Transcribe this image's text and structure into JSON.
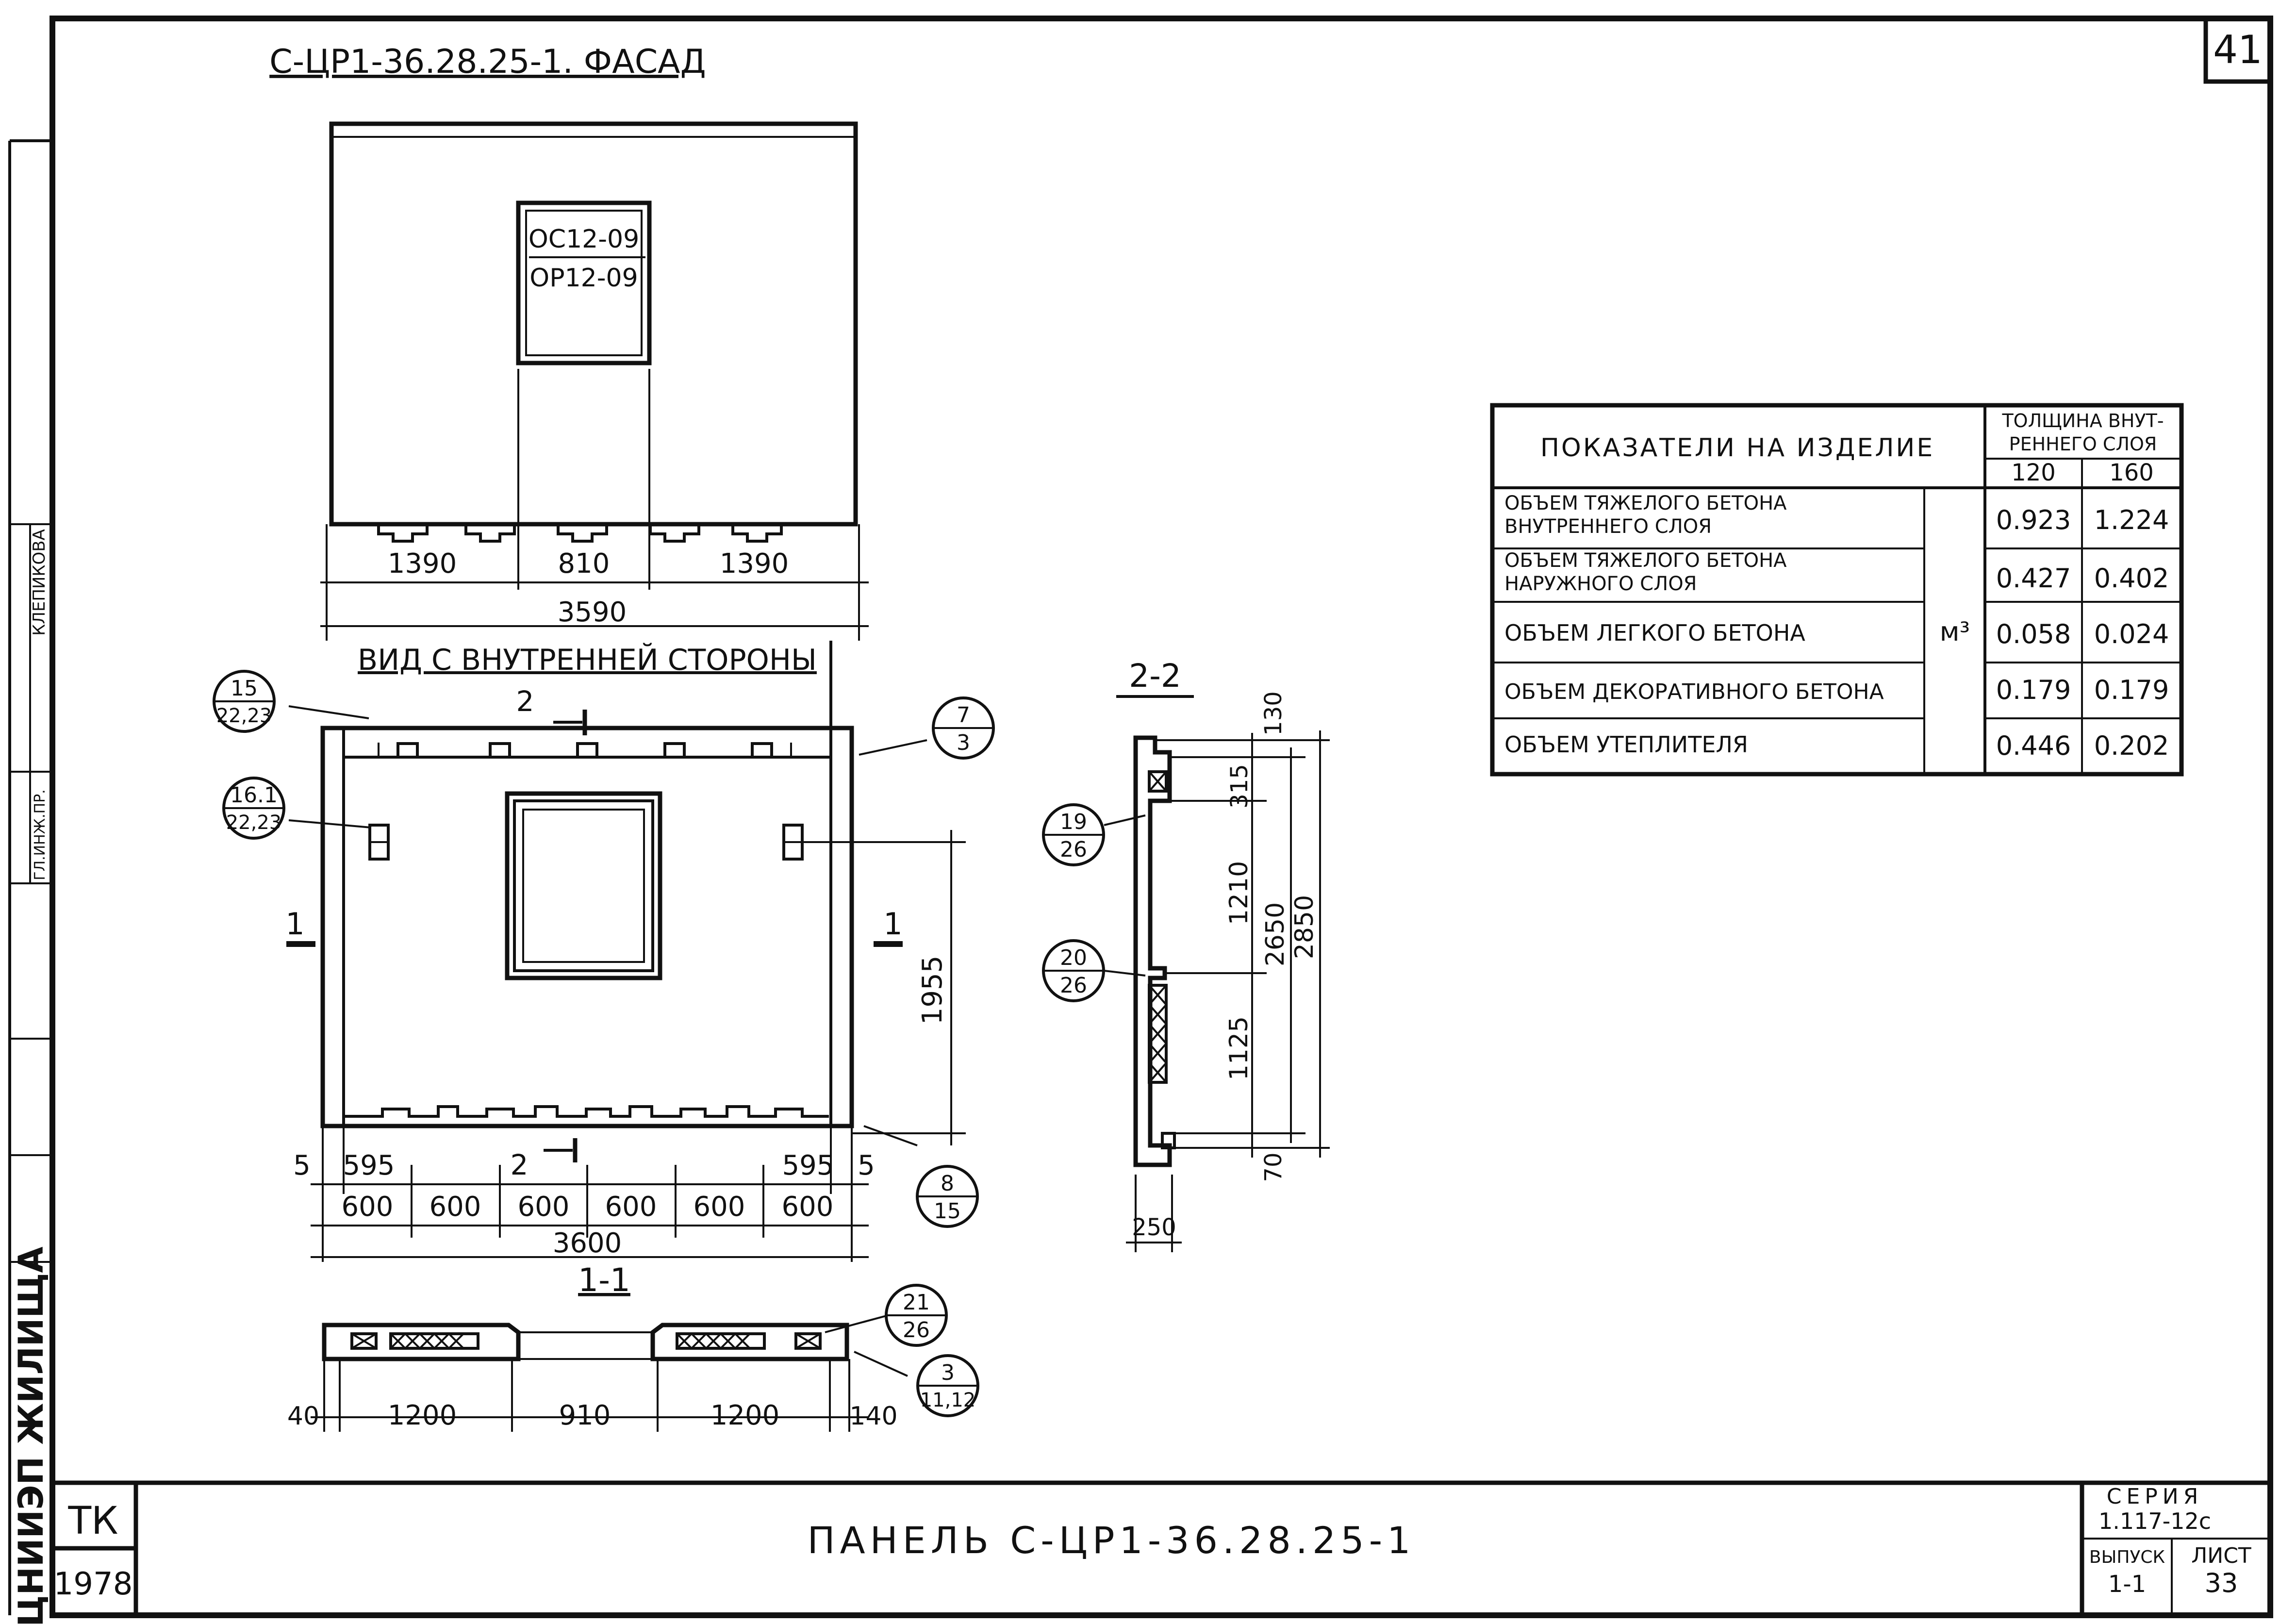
{
  "sheet_number": "41",
  "facade": {
    "title": "С-ЦР1-36.28.25-1. ФАСАД",
    "window_mark_top": "ОС12-09",
    "window_mark_bottom": "ОР12-09",
    "dims": [
      "1390",
      "810",
      "1390"
    ],
    "total": "3590"
  },
  "inner_view": {
    "title": "ВИД С ВНУТРЕННЕЙ СТОРОНЫ",
    "section_mark": "2",
    "section_mark_bottom": "2",
    "cut_left": "1",
    "cut_right": "1",
    "height_dim": "1955",
    "edge_left": "5",
    "edge_right": "5",
    "partial_left": "595",
    "partial_right": "595",
    "modules": [
      "600",
      "600",
      "600",
      "600",
      "600",
      "600"
    ],
    "total": "3600",
    "callouts": [
      {
        "top": "15",
        "bottom": "22,23"
      },
      {
        "top": "16.1",
        "bottom": "22,23"
      },
      {
        "top": "7",
        "bottom": "3"
      },
      {
        "top": "8",
        "bottom": "15"
      }
    ]
  },
  "section_1_1": {
    "title": "1-1",
    "dims": [
      "40",
      "1200",
      "910",
      "1200",
      "140"
    ],
    "callouts": [
      {
        "top": "21",
        "bottom": "26"
      },
      {
        "top": "3",
        "bottom": "11,12"
      }
    ]
  },
  "section_2_2": {
    "title": "2-2",
    "dims": {
      "top": "130",
      "upper": "315",
      "window": "1210",
      "lower": "1125",
      "bottom": "70",
      "inner_total": "2650",
      "overall": "2850",
      "thickness": "250"
    },
    "callouts": [
      {
        "top": "19",
        "bottom": "26"
      },
      {
        "top": "20",
        "bottom": "26"
      }
    ]
  },
  "table": {
    "header_main": "ПОКАЗАТЕЛИ НА ИЗДЕЛИЕ",
    "header_thickness": "ТОЛЩИНА ВНУТРЕННЕГО СЛОЯ",
    "header_thickness_l1": "ТОЛЩИНА ВНУТ-",
    "header_thickness_l2": "РЕННЕГО СЛОЯ",
    "col_a": "120",
    "col_b": "160",
    "unit": "м³",
    "rows": [
      {
        "label_l1": "ОБЪЕМ ТЯЖЕЛОГО БЕТОНА",
        "label_l2": "ВНУТРЕННЕГО СЛОЯ",
        "a": "0.923",
        "b": "1.224"
      },
      {
        "label_l1": "ОБЪЕМ ТЯЖЕЛОГО БЕТОНА",
        "label_l2": "НАРУЖНОГО СЛОЯ",
        "a": "0.427",
        "b": "0.402"
      },
      {
        "label_l1": "ОБЪЕМ ЛЕГКОГО БЕТОНА",
        "label_l2": "",
        "a": "0.058",
        "b": "0.024"
      },
      {
        "label_l1": "ОБЪЕМ ДЕКОРАТИВНОГО БЕТОНА",
        "label_l2": "",
        "a": "0.179",
        "b": "0.179"
      },
      {
        "label_l1": "ОБЪЕМ УТЕПЛИТЕЛЯ",
        "label_l2": "",
        "a": "0.446",
        "b": "0.202"
      }
    ]
  },
  "title_block": {
    "org_code": "ТК",
    "year": "1978",
    "title": "ПАНЕЛЬ С-ЦР1-36.28.25-1",
    "series_label": "СЕРИЯ",
    "series_value": "1.117-12с",
    "issue_label": "ВЫПУСК",
    "issue_value": "1-1",
    "sheet_label": "ЛИСТ",
    "sheet_value": "33"
  },
  "side_strip": {
    "institute": "ЦНИИЭП ЖИЛИЩА",
    "role_1": "ГЛ.ИНЖ.ПР.",
    "name_1": "КЛЕПИКОВА"
  }
}
